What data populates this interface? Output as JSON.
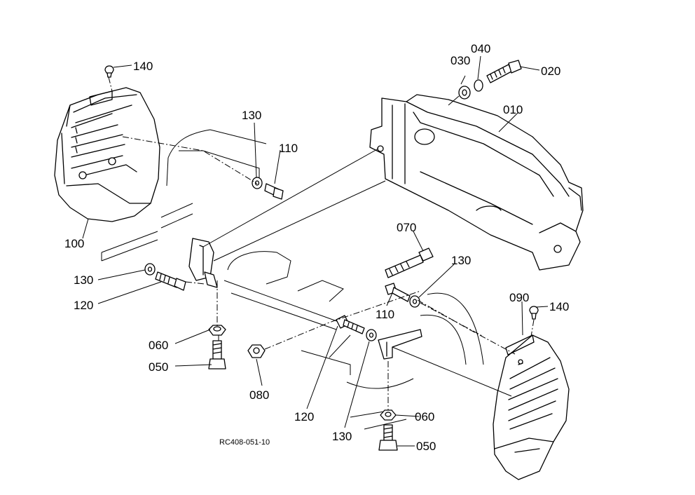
{
  "diagram": {
    "drawing_code": "RC408-051-10",
    "callouts": {
      "c010": "010",
      "c020": "020",
      "c030": "030",
      "c040": "040",
      "c050a": "050",
      "c050b": "050",
      "c060a": "060",
      "c060b": "060",
      "c070": "070",
      "c080": "080",
      "c090": "090",
      "c100": "100",
      "c110a": "110",
      "c110b": "110",
      "c120a": "120",
      "c120b": "120",
      "c130a": "130",
      "c130b": "130",
      "c130c": "130",
      "c130d": "130",
      "c140a": "140",
      "c140b": "140"
    }
  }
}
